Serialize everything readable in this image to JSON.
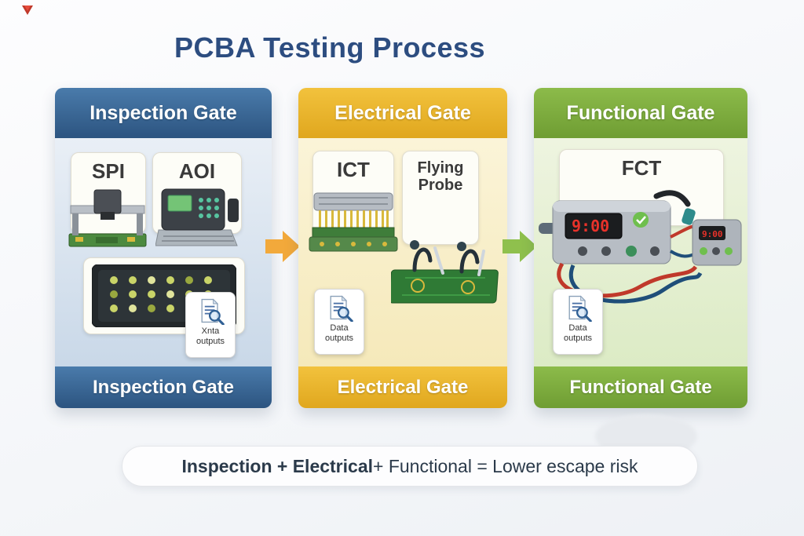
{
  "title": "PCBA Testing Process",
  "columns": [
    {
      "header": "Inspection Gate",
      "footer": "Inspection Gate",
      "cards": [
        {
          "label": "SPI"
        },
        {
          "label": "AOI"
        }
      ],
      "outputs": "Xnta outputs"
    },
    {
      "header": "Electrical Gate",
      "footer": "Electrical Gate",
      "cards": [
        {
          "label": "ICT"
        },
        {
          "label": "Flying Probe"
        }
      ],
      "outputs": "Data outputs"
    },
    {
      "header": "Functional Gate",
      "footer": "Functional Gate",
      "cards": [
        {
          "label": "FCT"
        }
      ],
      "outputs": "Data outputs",
      "display": "9:00"
    }
  ],
  "summary": {
    "bold": "Inspection + Electrical",
    "rest": " + Functional = Lower escape risk"
  },
  "accents": {
    "inspection_blue": "#2f5f94",
    "electrical_amber": "#e8b431",
    "functional_green": "#7cae3e",
    "arrow_orange": "#f2a93b",
    "arrow_green": "#8fc04d",
    "title_navy": "#2d4d80",
    "display_red": "#e8322a"
  }
}
